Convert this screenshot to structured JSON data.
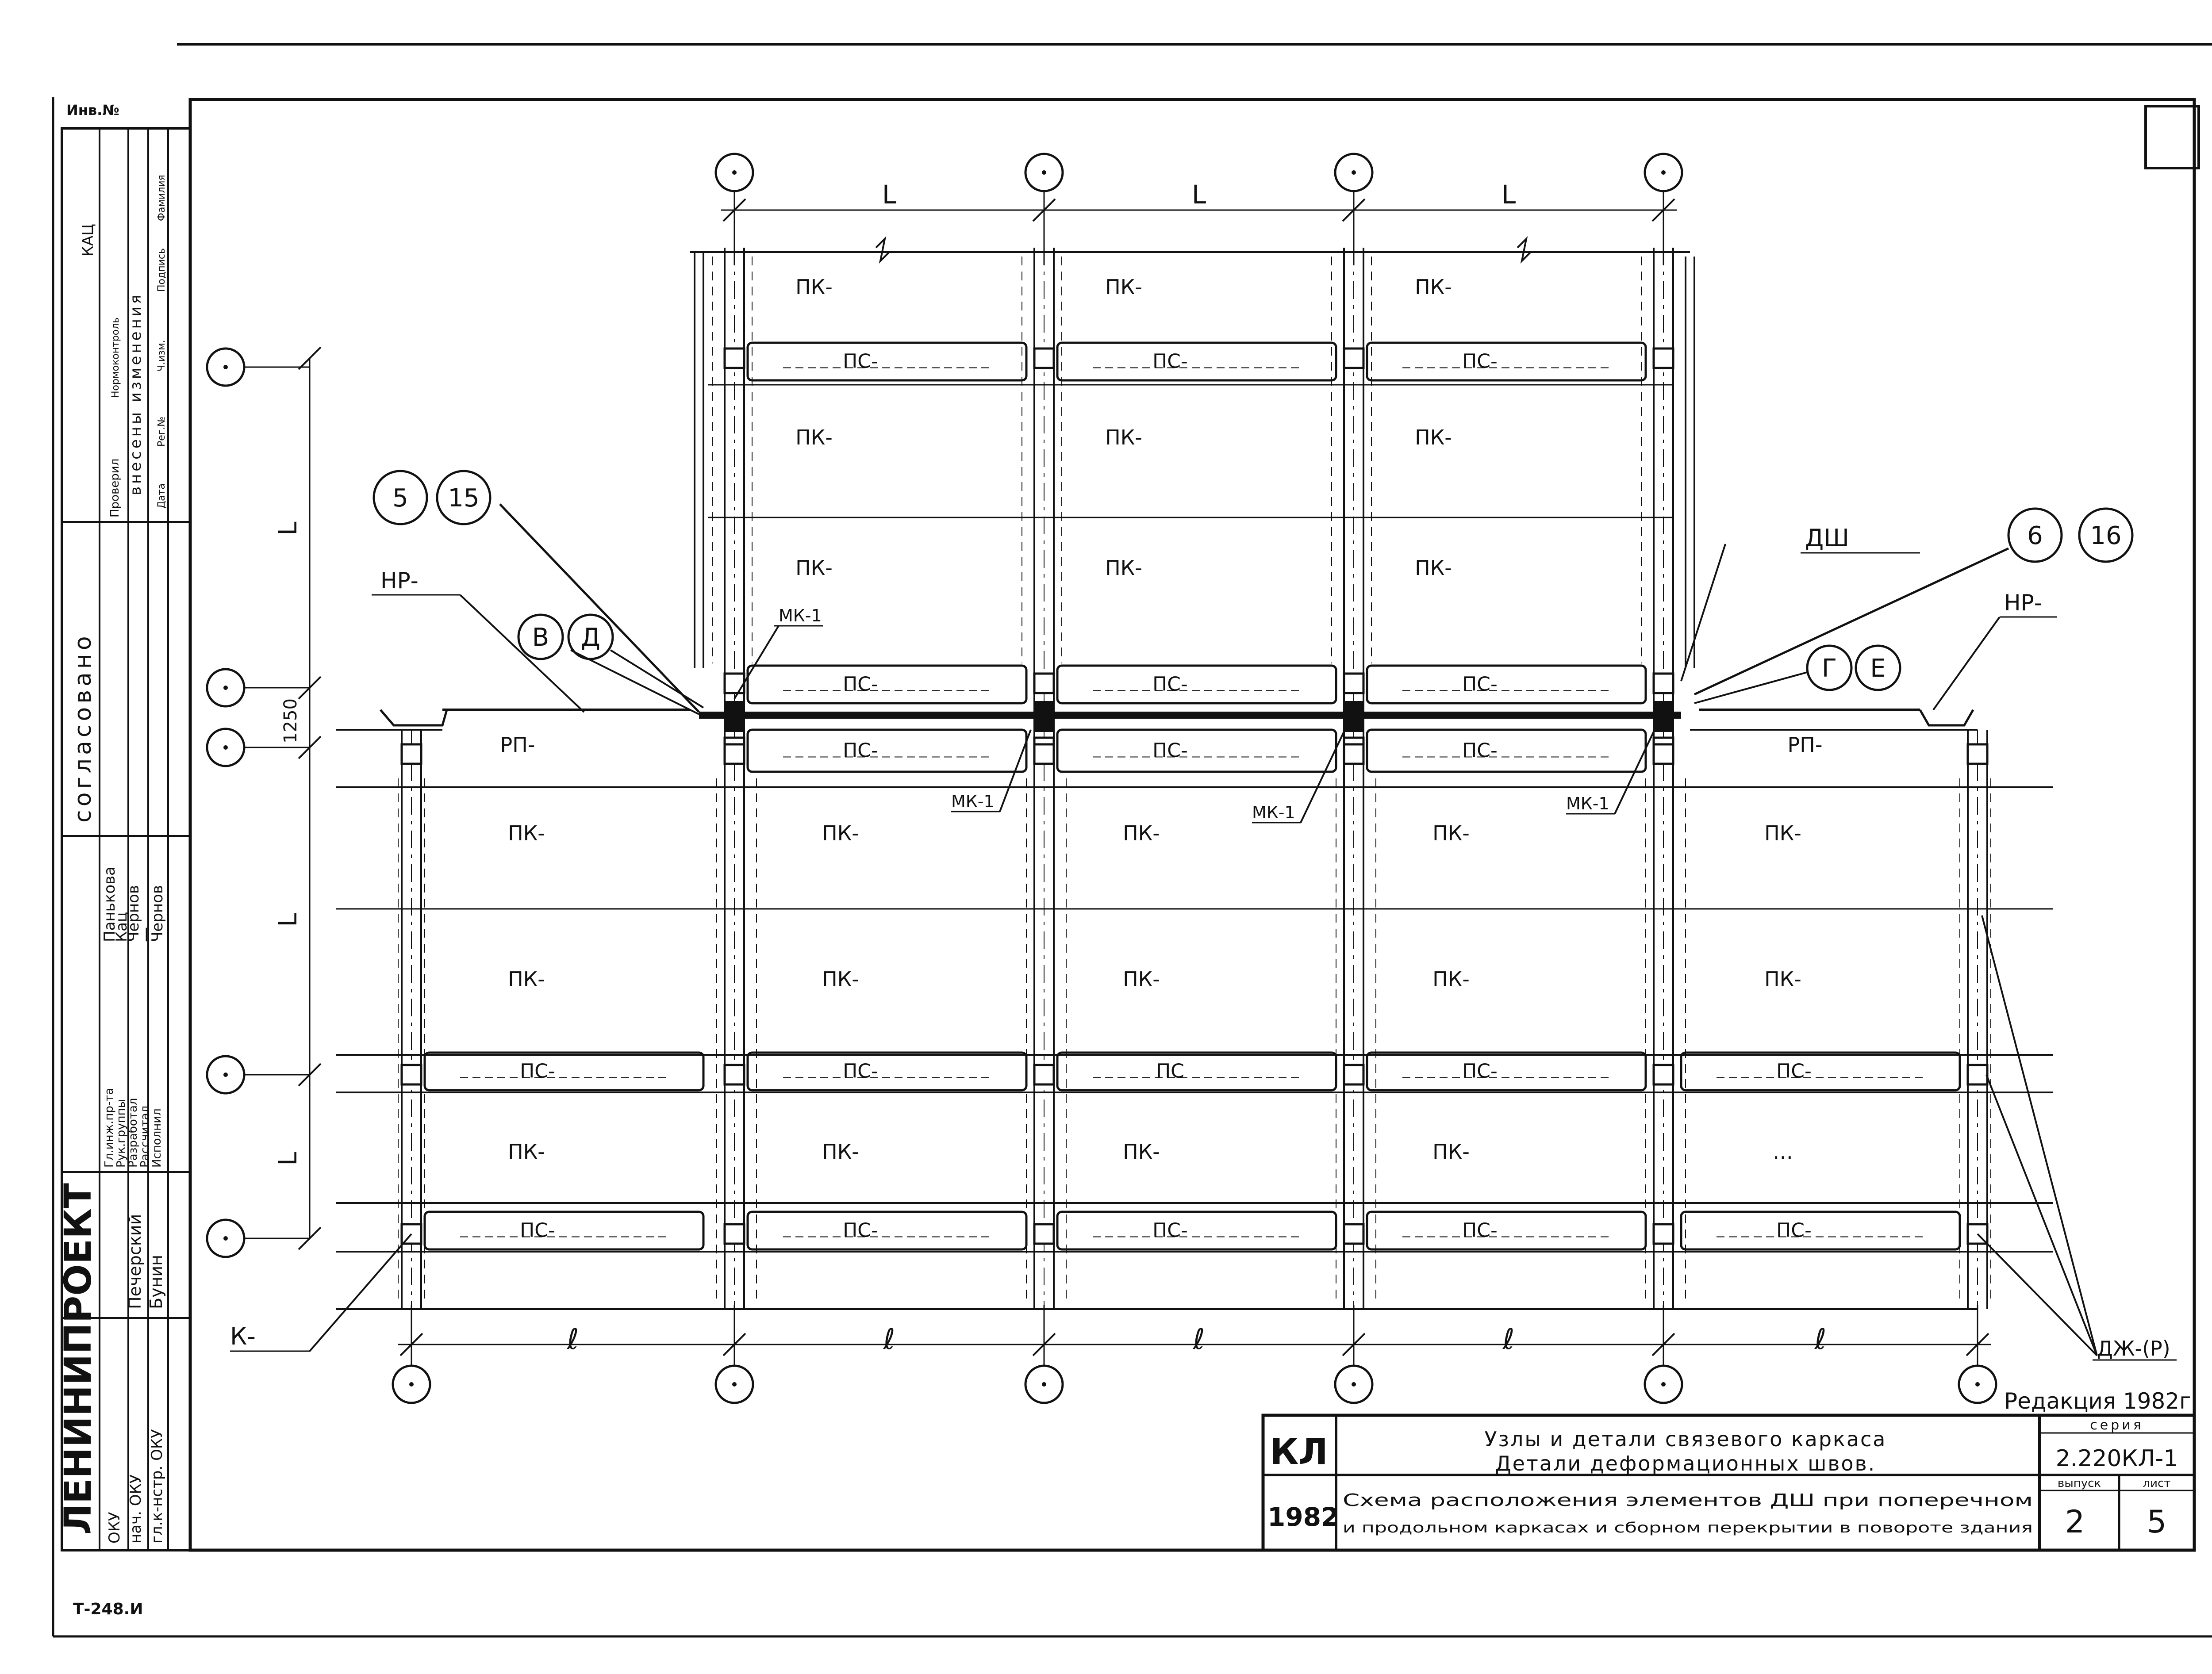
{
  "sheet_code": "Т-248.И",
  "inventory_label": "Инв.№",
  "left_stamp": {
    "organization": "ЛЕНИНИПРОЕКТ",
    "agreed": "согласовано",
    "checked": "Проверил",
    "normcontrol": "Нормоконтроль",
    "changes_header": "внесены изменения",
    "changes_cols": [
      "Дата",
      "Рег.№",
      "Ч.изм.",
      "Подпись",
      "Фамилия"
    ],
    "kac": "КАЦ",
    "roles": [
      {
        "role": "Гл.инж.пр-та",
        "name": "Панькова"
      },
      {
        "role": "Рук.группы",
        "name": "Кац"
      },
      {
        "role": "Разработал",
        "name": "Чернов"
      },
      {
        "role": "Рассчитал",
        "name": "—"
      },
      {
        "role": "Исполнил",
        "name": "Чернов"
      }
    ],
    "heads": [
      {
        "role": "ОКУ",
        "name": ""
      },
      {
        "role": "нач. ОКУ",
        "name": "Печерский"
      },
      {
        "role": "гл.к-нстр. ОКУ",
        "name": "Бунин"
      }
    ]
  },
  "drawing": {
    "dims_top": [
      "L",
      "L",
      "L"
    ],
    "dims_bottom": [
      "ℓ",
      "ℓ",
      "ℓ",
      "ℓ",
      "ℓ"
    ],
    "dims_left": [
      "L",
      "1250",
      "L",
      "L"
    ],
    "top_block_rows": [
      [
        "ПК-",
        "ПК-",
        "ПК-"
      ],
      [
        "ПС-",
        "ПС-",
        "ПС-"
      ],
      [
        "ПК-",
        "ПК-",
        "ПК-"
      ],
      [
        "ПК-",
        "ПК-",
        "ПК-"
      ],
      [
        "ПС-",
        "ПС-",
        "ПС-"
      ]
    ],
    "joint_row": [
      "ПС-",
      "ПС-",
      "ПС-"
    ],
    "rp_labels": [
      "РП-",
      "РП-"
    ],
    "lower_rows": [
      [
        "ПК-",
        "ПК-",
        "ПК-",
        "ПК-",
        "ПК-"
      ],
      [
        "ПК-",
        "ПК-",
        "ПК-",
        "ПК-",
        "ПК-"
      ],
      [
        "ПС-",
        "ПС-",
        "ПС",
        "ПС-",
        "ПС-"
      ],
      [
        "ПК-",
        "ПК-",
        "ПК-",
        "ПК-",
        "…"
      ],
      [
        "ПС-",
        "ПС-",
        "ПС-",
        "ПС-",
        "ПС-"
      ]
    ],
    "callouts": {
      "node_a": [
        "5",
        "15"
      ],
      "node_b": [
        "6",
        "16"
      ],
      "sec_a": [
        "В",
        "Д"
      ],
      "sec_b": [
        "Г",
        "Е"
      ],
      "nr": "НР-",
      "dsh": "ДШ",
      "mk": "МК-1",
      "k": "К-",
      "dzh": "ДЖ-(Р)"
    }
  },
  "title_block": {
    "revision": "Редакция 1982г.",
    "kl": "КЛ",
    "year": "1982",
    "title_line1": "Узлы и детали связевого каркаса",
    "title_line2": "Детали деформационных швов.",
    "desc_line1": "Схема расположения элементов ДШ при поперечном",
    "desc_line2": "и продольном каркасах и сборном перекрытии в повороте здания",
    "series_label": "серия",
    "series_value": "2.220КЛ-1",
    "issue_label": "выпуск",
    "issue_value": "2",
    "sheet_label": "лист",
    "sheet_value": "5"
  }
}
